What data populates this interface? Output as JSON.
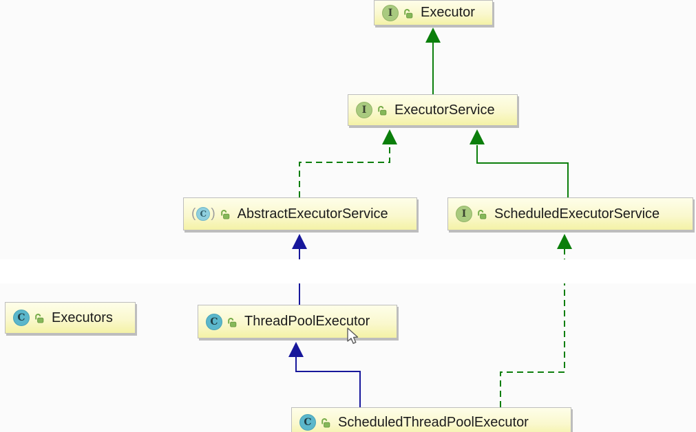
{
  "diagram": {
    "nodes": [
      {
        "id": "executor",
        "label": "Executor",
        "kind": "interface",
        "visibility": "public"
      },
      {
        "id": "executor-service",
        "label": "ExecutorService",
        "kind": "interface",
        "visibility": "public"
      },
      {
        "id": "abstract-executor-service",
        "label": "AbstractExecutorService",
        "kind": "abstract-class",
        "visibility": "public"
      },
      {
        "id": "scheduled-executor-service",
        "label": "ScheduledExecutorService",
        "kind": "interface",
        "visibility": "public"
      },
      {
        "id": "executors",
        "label": "Executors",
        "kind": "class",
        "visibility": "public"
      },
      {
        "id": "thread-pool-executor",
        "label": "ThreadPoolExecutor",
        "kind": "class",
        "visibility": "public"
      },
      {
        "id": "scheduled-thread-pool-executor",
        "label": "ScheduledThreadPoolExecutor",
        "kind": "class",
        "visibility": "public"
      }
    ],
    "edges": [
      {
        "from": "ExecutorService",
        "to": "Executor",
        "relation": "extends",
        "line": "solid",
        "color": "#0B7E0B"
      },
      {
        "from": "AbstractExecutorService",
        "to": "ExecutorService",
        "relation": "implements",
        "line": "dashed",
        "color": "#0B7E0B"
      },
      {
        "from": "ScheduledExecutorService",
        "to": "ExecutorService",
        "relation": "extends",
        "line": "solid",
        "color": "#0B7E0B"
      },
      {
        "from": "ThreadPoolExecutor",
        "to": "AbstractExecutorService",
        "relation": "extends",
        "line": "solid",
        "color": "#17179B"
      },
      {
        "from": "ScheduledThreadPoolExecutor",
        "to": "ThreadPoolExecutor",
        "relation": "extends",
        "line": "solid",
        "color": "#17179B"
      },
      {
        "from": "ScheduledThreadPoolExecutor",
        "to": "ScheduledExecutorService",
        "relation": "implements",
        "line": "dashed",
        "color": "#0B7E0B"
      }
    ],
    "icons": {
      "interface": {
        "letter": "I",
        "color": "#A9CA7F"
      },
      "class": {
        "letter": "C",
        "color": "#5BB7CB"
      },
      "abstract_class": {
        "letter": "C",
        "color": "#8FCFDE"
      },
      "lock": {
        "name": "unlocked-lock-icon",
        "color": "#76AC49"
      }
    },
    "colors": {
      "background": "#FBFBFB",
      "node_fill_top": "#FEFEE9",
      "node_fill_bottom": "#F4F2A6",
      "node_border": "#BDBDBD",
      "interface_edge": "#0B7E0B",
      "class_edge": "#17179B"
    }
  }
}
